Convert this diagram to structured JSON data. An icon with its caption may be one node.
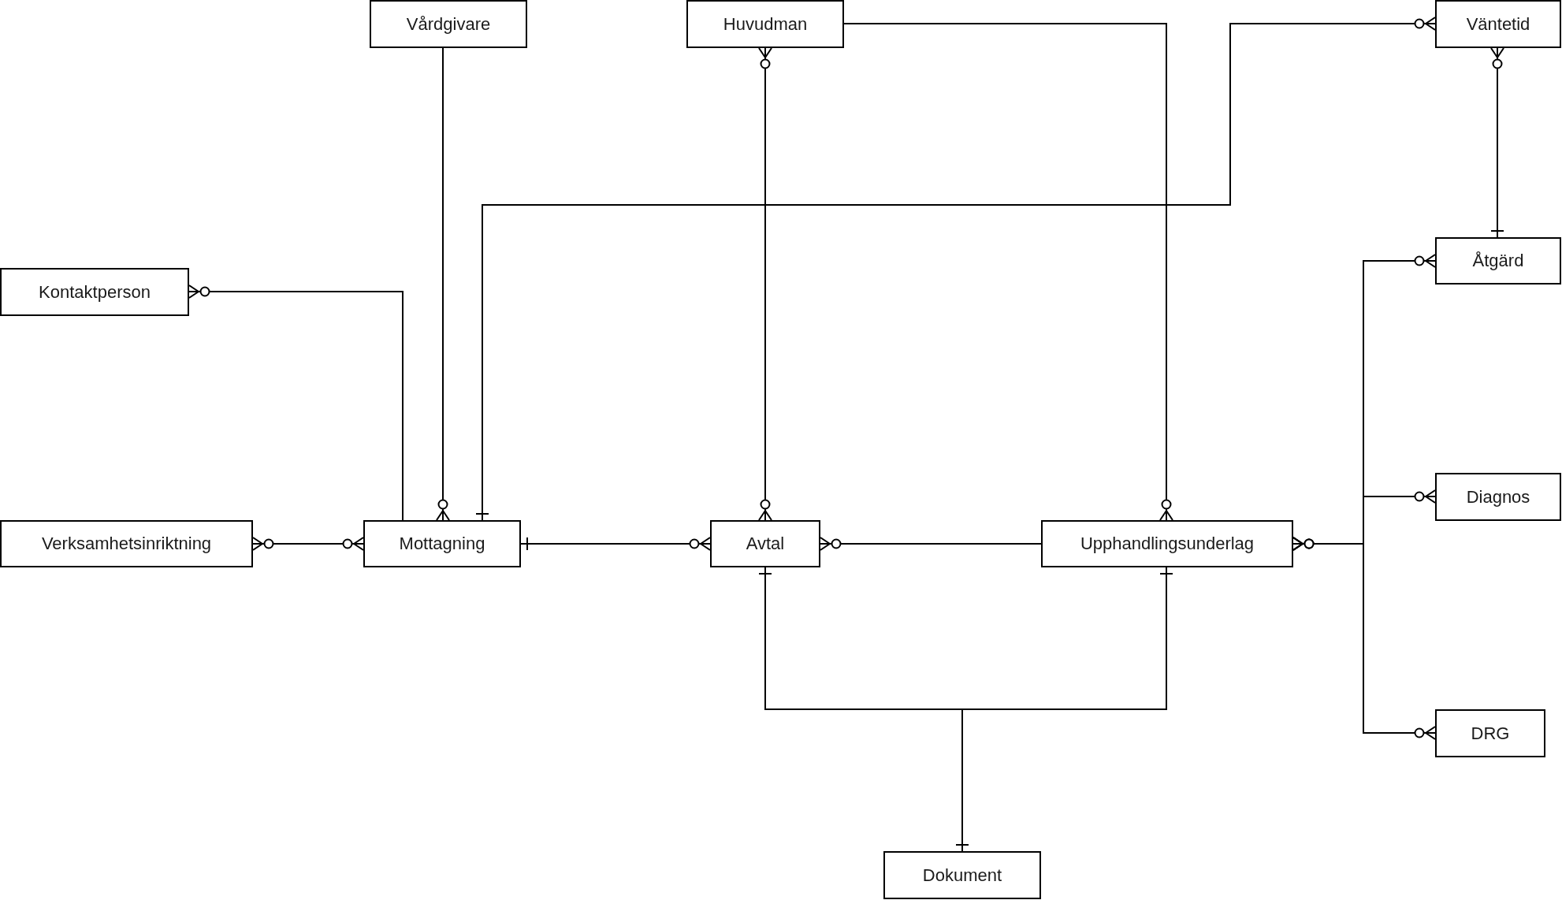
{
  "diagram": {
    "nodes": [
      {
        "text": [
          "Vårdgivare"
        ]
      },
      {
        "text": [
          "Huvudman"
        ]
      },
      {
        "text": [
          "Väntetid"
        ]
      },
      {
        "text": [
          "Kontaktperson"
        ]
      },
      {
        "text": [
          "Åtgärd"
        ]
      },
      {
        "text": [
          "Verksamhetsinriktning"
        ]
      },
      {
        "text": [
          "Mottagning"
        ]
      },
      {
        "text": [
          "Avtal"
        ]
      },
      {
        "text": [
          "Upphandlingsunderlag"
        ]
      },
      {
        "text": [
          "Diagnos"
        ]
      },
      {
        "text": [
          "DRG"
        ]
      },
      {
        "text": [
          "Dokument"
        ]
      }
    ],
    "edges": [
      {
        "from": 0,
        "to": 6,
        "arrow": "other"
      },
      {
        "from": 1,
        "to": 7,
        "arrow": "other"
      },
      {
        "from": 1,
        "to": 8,
        "arrow": "other"
      },
      {
        "from": 2,
        "to": 6,
        "arrow": "other"
      },
      {
        "from": 2,
        "to": 4,
        "arrow": "other"
      },
      {
        "from": 3,
        "to": 6,
        "arrow": "other"
      },
      {
        "from": 5,
        "to": 6,
        "arrow": "other"
      },
      {
        "from": 6,
        "to": 7,
        "arrow": "other"
      },
      {
        "from": 7,
        "to": 8,
        "arrow": "other"
      },
      {
        "from": 8,
        "to": 4,
        "arrow": "other"
      },
      {
        "from": 8,
        "to": 9,
        "arrow": "other"
      },
      {
        "from": 8,
        "to": 10,
        "arrow": "other"
      },
      {
        "from": 11,
        "to": 7,
        "arrow": "other"
      },
      {
        "from": 11,
        "to": 8,
        "arrow": "other"
      }
    ]
  }
}
